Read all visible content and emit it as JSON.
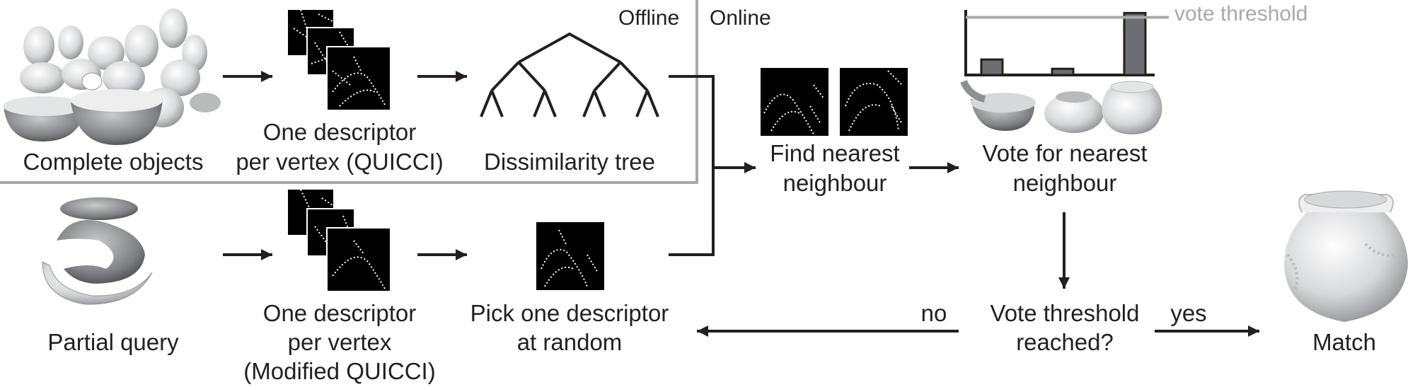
{
  "offline_label": "Offline",
  "online_label": "Online",
  "vote_threshold_label": "vote threshold",
  "steps": {
    "complete_objects": "Complete objects",
    "one_descriptor_quicci": [
      "One descriptor",
      "per vertex (QUICCI)"
    ],
    "dissimilarity_tree": "Dissimilarity tree",
    "find_nearest": [
      "Find nearest",
      "neighbour"
    ],
    "vote_nearest": [
      "Vote for nearest",
      "neighbour"
    ],
    "partial_query": "Partial query",
    "one_descriptor_modified": [
      "One descriptor",
      "per vertex",
      "(Modified QUICCI)"
    ],
    "pick_one": [
      "Pick one descriptor",
      "at random"
    ],
    "vote_threshold_reached": [
      "Vote threshold",
      "reached?"
    ],
    "match": "Match"
  },
  "edge_labels": {
    "no": "no",
    "yes": "yes"
  },
  "chart_data": {
    "type": "bar",
    "categories": [
      "bowl",
      "vase",
      "jar"
    ],
    "values": [
      0.25,
      0.1,
      1.0
    ],
    "threshold": 0.93,
    "ylim": [
      0,
      1.05
    ],
    "bar_color": "#6d6e71",
    "threshold_color": "#a7a9ac"
  }
}
